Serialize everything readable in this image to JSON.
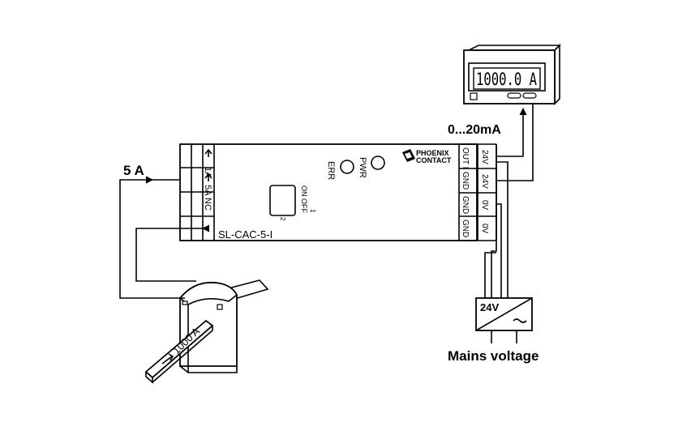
{
  "labels": {
    "current_5a": "5 A",
    "output_signal": "0...20mA",
    "mains_voltage": "Mains voltage",
    "supply_24v": "24V",
    "module_name": "SL-CAC-5-I",
    "brand_line1": "PHOENIX",
    "brand_line2": "CONTACT",
    "led_pwr": "PWR",
    "led_err": "ERR",
    "switch_on_off": "ON OFF",
    "switch_1": "1",
    "switch_2": "2",
    "transformer_rating": "1000 A",
    "display_value": "1000.0 A"
  },
  "left_terminals": [
    "1A",
    "5A",
    "NC",
    ""
  ],
  "right_terminals": {
    "col1": [
      "OUT I",
      "GND",
      "GND",
      "GND"
    ],
    "col2": [
      "24V",
      "24V",
      "0V",
      "0V"
    ]
  }
}
